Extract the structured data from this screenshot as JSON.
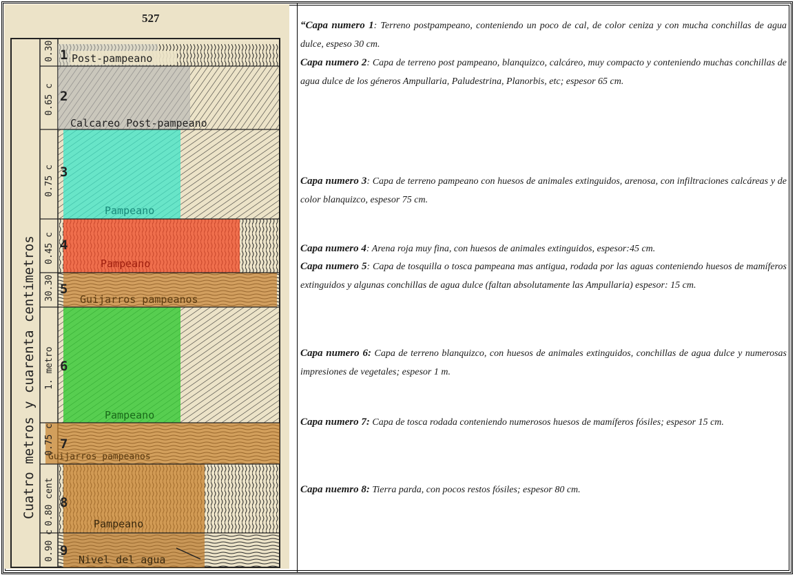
{
  "figure": {
    "page_number": "527",
    "column_title": "Cuatro metros y cuarenta centimetros",
    "thickness_labels": [
      "0.30",
      "0.65 c",
      "0.75 c",
      "0.45 c",
      "30.30",
      "1. metro",
      "0.75 c",
      "0.80 cent",
      "0.90 c"
    ],
    "layer_numbers": [
      "1",
      "2",
      "3",
      "4",
      "5",
      "6",
      "7",
      "8",
      "9"
    ],
    "layer_names": [
      "Post-pampeano",
      "Calcareo Post-pampeano",
      "Pampeano",
      "Pampeano",
      "Guijarros pampeanos",
      "Pampeano",
      "Guijarros pampeanos",
      "Pampeano",
      "Nivel del agua"
    ],
    "highlight_colors": {
      "capa1": "#d2d2c8",
      "capa2": "#b4b4b4",
      "capa3": "#3ce6c8",
      "capa4": "#f0502d",
      "capa5": "#c88232",
      "capa6": "#32c832",
      "capa7": "#c8822d",
      "capa8": "#c8822d",
      "capa9": "#be7d32"
    }
  },
  "descriptions": [
    {
      "label": "“Capa numero 1",
      "text": ": Terreno postpampeano, conteniendo un poco de cal, de color ceniza y con mucha conchillas de agua dulce, espeso 30 cm."
    },
    {
      "label": "Capa numero 2",
      "text": ": Capa de terreno post pampeano, blanquizco, calcáreo, muy compacto y conteniendo muchas conchillas de agua dulce de los géneros Ampullaria, Paludestrina, Planorbis, etc; espesor 65 cm."
    },
    {
      "label": "Capa numero 3",
      "text": ": Capa de terreno pampeano con huesos de animales extinguidos, arenosa, con infiltraciones calcáreas y de color blanquizco, espesor 75 cm."
    },
    {
      "label": "Capa numero 4",
      "text": ": Arena roja muy fina, con huesos de animales extinguidos, espesor:45 cm."
    },
    {
      "label": "Capa numero 5",
      "text": ": Capa de tosquilla o tosca pampeana mas antigua, rodada por las aguas conteniendo huesos de mamíferos extinguidos y algunas conchillas de agua dulce (faltan absolutamente las Ampullaria) espesor: 15 cm."
    },
    {
      "label": "Capa numero 6:",
      "text": " Capa de terreno blanquizco, con huesos de animales extinguidos, conchillas de agua dulce y numerosas impresiones de vegetales; espesor 1 m."
    },
    {
      "label": "Capa numero 7:",
      "text": " Capa de tosca rodada conteniendo numerosos huesos de mamíferos fósiles; espesor 15 cm."
    },
    {
      "label": "Capa nuemro 8:",
      "text": " Tierra parda, con pocos restos fósiles; espesor 80 cm."
    }
  ]
}
